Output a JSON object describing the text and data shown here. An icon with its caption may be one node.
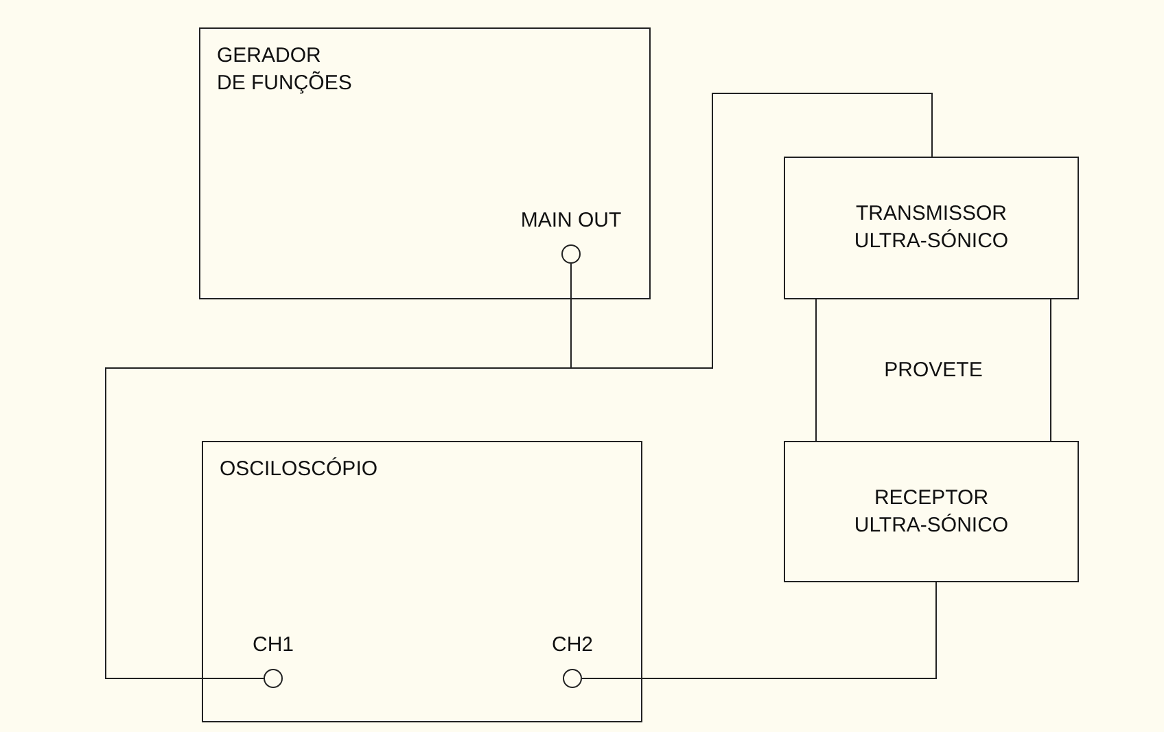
{
  "diagram": {
    "nodes": [
      {
        "text": [
          "GERADOR DE FUNÇÕES"
        ]
      },
      {
        "text": [
          "MAIN OUT"
        ],
        "in": 0
      },
      {
        "text": [
          "TRANSMISSOR ULTRA-SÓNICO"
        ]
      },
      {
        "text": [
          "PROVETE"
        ]
      },
      {
        "text": [
          "RECEPTOR ULTRA-SÓNICO"
        ]
      },
      {
        "text": [
          "OSCILOSCÓPIO"
        ]
      },
      {
        "text": [
          "CH1"
        ],
        "in": 5
      },
      {
        "text": [
          "CH2"
        ],
        "in": 5
      }
    ],
    "edges": [
      {
        "from": 1,
        "to": 2,
        "arrow": "none"
      },
      {
        "from": 1,
        "to": 6,
        "arrow": "none"
      },
      {
        "from": 7,
        "to": 4,
        "arrow": "none"
      }
    ]
  }
}
